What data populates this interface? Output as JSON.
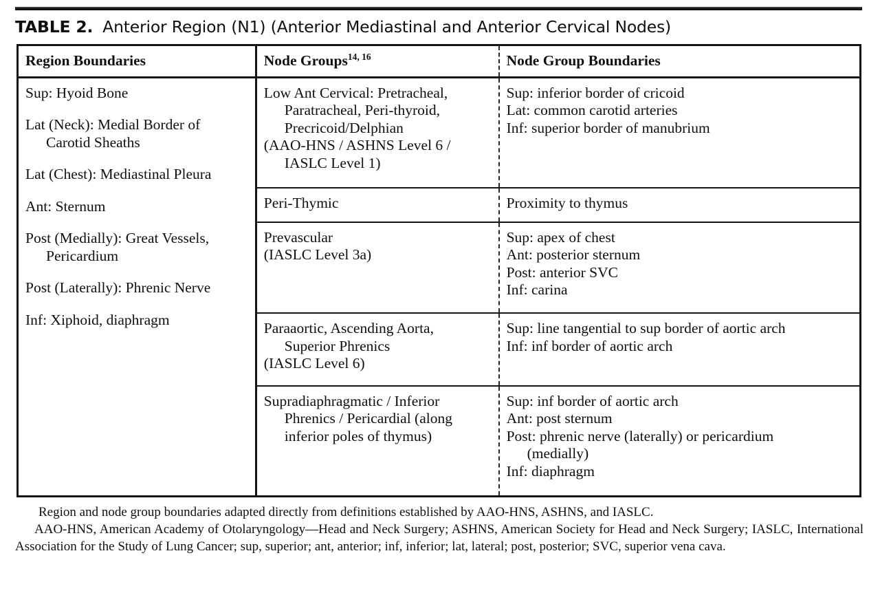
{
  "caption": {
    "label": "TABLE 2.",
    "text": "Anterior Region (N1) (Anterior Mediastinal and Anterior Cervical Nodes)"
  },
  "table": {
    "headers": {
      "col1": "Region Boundaries",
      "col2": "Node Groups",
      "col2_superscript": "14, 16",
      "col3": "Node Group Boundaries"
    },
    "region_boundaries": [
      {
        "line1": "Sup: Hyoid Bone",
        "line2": ""
      },
      {
        "line1": "Lat (Neck): Medial Border of",
        "line2": "Carotid Sheaths"
      },
      {
        "line1": "Lat (Chest): Mediastinal Pleura",
        "line2": ""
      },
      {
        "line1": "Ant: Sternum",
        "line2": ""
      },
      {
        "line1": "Post (Medially): Great Vessels,",
        "line2": "Pericardium"
      },
      {
        "line1": "Post (Laterally): Phrenic Nerve",
        "line2": ""
      },
      {
        "line1": "Inf: Xiphoid, diaphragm",
        "line2": ""
      }
    ],
    "rows": [
      {
        "node_group_lines": [
          "Low Ant Cervical: Pretracheal,",
          "Paratracheal, Peri-thyroid,",
          "Precricoid/Delphian",
          "(AAO-HNS / ASHNS Level 6 /",
          "IASLC Level 1)"
        ],
        "node_group_indents": [
          0,
          1,
          1,
          0,
          1
        ],
        "boundaries_lines": [
          "Sup: inferior border of cricoid",
          "Lat: common carotid arteries",
          "Inf: superior border of manubrium"
        ],
        "boundaries_indents": [
          0,
          0,
          0
        ]
      },
      {
        "node_group_lines": [
          "Peri-Thymic"
        ],
        "node_group_indents": [
          0
        ],
        "boundaries_lines": [
          "Proximity to thymus"
        ],
        "boundaries_indents": [
          0
        ]
      },
      {
        "node_group_lines": [
          "Prevascular",
          "(IASLC Level 3a)"
        ],
        "node_group_indents": [
          0,
          0
        ],
        "boundaries_lines": [
          "Sup: apex of chest",
          "Ant: posterior sternum",
          "Post: anterior SVC",
          "Inf: carina"
        ],
        "boundaries_indents": [
          0,
          0,
          0,
          0
        ]
      },
      {
        "node_group_lines": [
          "Paraaortic, Ascending Aorta,",
          "Superior Phrenics",
          "(IASLC Level 6)"
        ],
        "node_group_indents": [
          0,
          1,
          0
        ],
        "boundaries_lines": [
          "Sup: line tangential to sup border of aortic arch",
          "Inf: inf border of aortic arch"
        ],
        "boundaries_indents": [
          0,
          0
        ]
      },
      {
        "node_group_lines": [
          "Supradiaphragmatic / Inferior",
          "Phrenics / Pericardial (along",
          "inferior poles of thymus)"
        ],
        "node_group_indents": [
          0,
          1,
          1
        ],
        "boundaries_lines": [
          "Sup: inf border of aortic arch",
          "Ant: post sternum",
          "Post: phrenic nerve (laterally) or pericardium",
          "(medially)",
          "Inf: diaphragm"
        ],
        "boundaries_indents": [
          0,
          0,
          0,
          1,
          0
        ]
      }
    ]
  },
  "footnotes": {
    "line1": "Region and node group boundaries adapted directly from definitions established by AAO-HNS, ASHNS, and IASLC.",
    "line2": "AAO-HNS, American Academy of Otolaryngology—Head and Neck Surgery; ASHNS, American Society for Head and Neck Surgery; IASLC, International Association for the Study of Lung Cancer; sup, superior; ant, anterior; inf, inferior; lat, lateral; post, posterior; SVC, superior vena cava."
  }
}
